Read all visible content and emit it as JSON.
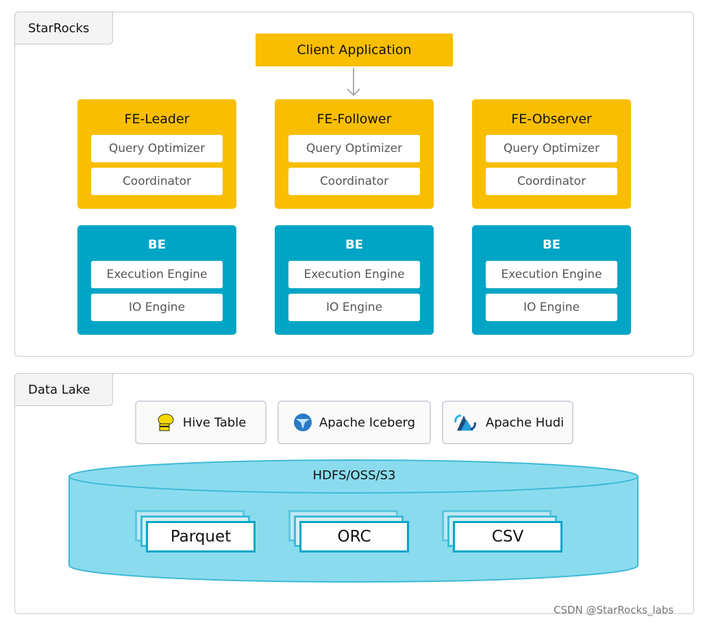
{
  "starrocks": {
    "label": "StarRocks",
    "client": "Client Application",
    "fe": [
      {
        "title": "FE-Leader",
        "items": [
          "Query Optimizer",
          "Coordinator"
        ]
      },
      {
        "title": "FE-Follower",
        "items": [
          "Query Optimizer",
          "Coordinator"
        ]
      },
      {
        "title": "FE-Observer",
        "items": [
          "Query Optimizer",
          "Coordinator"
        ]
      }
    ],
    "be": [
      {
        "title": "BE",
        "items": [
          "Execution Engine",
          "IO Engine"
        ]
      },
      {
        "title": "BE",
        "items": [
          "Execution Engine",
          "IO Engine"
        ]
      },
      {
        "title": "BE",
        "items": [
          "Execution Engine",
          "IO Engine"
        ]
      }
    ]
  },
  "datalake": {
    "label": "Data Lake",
    "formats": [
      {
        "label": "Hive Table",
        "icon": "hive-icon"
      },
      {
        "label": "Apache Iceberg",
        "icon": "iceberg-icon"
      },
      {
        "label": "Apache Hudi",
        "icon": "hudi-icon"
      }
    ],
    "storage": "HDFS/OSS/S3",
    "files": [
      "Parquet",
      "ORC",
      "CSV"
    ]
  },
  "watermark": "CSDN @StarRocks_labs",
  "colors": {
    "fe": "#f9be00",
    "be": "#00a5c6",
    "storage": "#8adbee"
  }
}
